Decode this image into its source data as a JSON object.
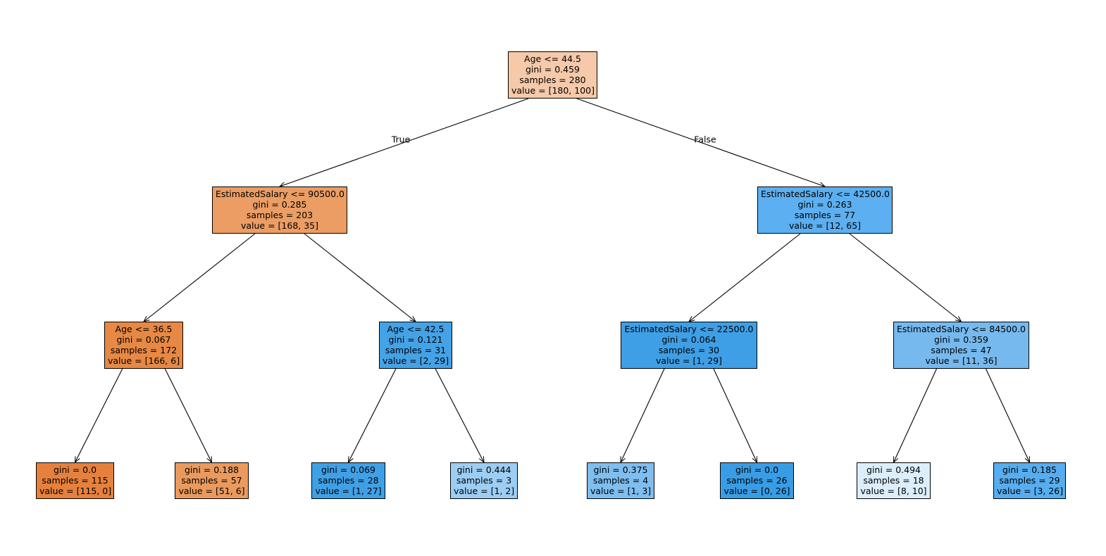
{
  "edge_labels": {
    "true": "True",
    "false": "False"
  },
  "colors": {
    "root": "#f5c9a9",
    "n1": "#eb9d64",
    "n2": "#5caff0",
    "n3": "#e78844",
    "n4": "#44a2e6",
    "n5": "#3f9fe6",
    "n6": "#76b9ee",
    "l0": "#e6813d",
    "l1": "#eb9a5d",
    "l2": "#40a0e6",
    "l3": "#9ccdf4",
    "l4": "#7fbef0",
    "l5": "#399de6",
    "l6": "#dceefb",
    "l7": "#57adef"
  },
  "nodes": {
    "root": {
      "lines": [
        "Age <= 44.5",
        "gini = 0.459",
        "samples = 280",
        "value = [180, 100]"
      ]
    },
    "n1": {
      "lines": [
        "EstimatedSalary <= 90500.0",
        "gini = 0.285",
        "samples = 203",
        "value = [168, 35]"
      ]
    },
    "n2": {
      "lines": [
        "EstimatedSalary <= 42500.0",
        "gini = 0.263",
        "samples = 77",
        "value = [12, 65]"
      ]
    },
    "n3": {
      "lines": [
        "Age <= 36.5",
        "gini = 0.067",
        "samples = 172",
        "value = [166, 6]"
      ]
    },
    "n4": {
      "lines": [
        "Age <= 42.5",
        "gini = 0.121",
        "samples = 31",
        "value = [2, 29]"
      ]
    },
    "n5": {
      "lines": [
        "EstimatedSalary <= 22500.0",
        "gini = 0.064",
        "samples = 30",
        "value = [1, 29]"
      ]
    },
    "n6": {
      "lines": [
        "EstimatedSalary <= 84500.0",
        "gini = 0.359",
        "samples = 47",
        "value = [11, 36]"
      ]
    },
    "l0": {
      "lines": [
        "gini = 0.0",
        "samples = 115",
        "value = [115, 0]"
      ]
    },
    "l1": {
      "lines": [
        "gini = 0.188",
        "samples = 57",
        "value = [51, 6]"
      ]
    },
    "l2": {
      "lines": [
        "gini = 0.069",
        "samples = 28",
        "value = [1, 27]"
      ]
    },
    "l3": {
      "lines": [
        "gini = 0.444",
        "samples = 3",
        "value = [1, 2]"
      ]
    },
    "l4": {
      "lines": [
        "gini = 0.375",
        "samples = 4",
        "value = [1, 3]"
      ]
    },
    "l5": {
      "lines": [
        "gini = 0.0",
        "samples = 26",
        "value = [0, 26]"
      ]
    },
    "l6": {
      "lines": [
        "gini = 0.494",
        "samples = 18",
        "value = [8, 10]"
      ]
    },
    "l7": {
      "lines": [
        "gini = 0.185",
        "samples = 29",
        "value = [3, 26]"
      ]
    }
  },
  "edges": [
    [
      "root",
      "n1"
    ],
    [
      "root",
      "n2"
    ],
    [
      "n1",
      "n3"
    ],
    [
      "n1",
      "n4"
    ],
    [
      "n2",
      "n5"
    ],
    [
      "n2",
      "n6"
    ],
    [
      "n3",
      "l0"
    ],
    [
      "n3",
      "l1"
    ],
    [
      "n4",
      "l2"
    ],
    [
      "n4",
      "l3"
    ],
    [
      "n5",
      "l4"
    ],
    [
      "n5",
      "l5"
    ],
    [
      "n6",
      "l6"
    ],
    [
      "n6",
      "l7"
    ]
  ]
}
